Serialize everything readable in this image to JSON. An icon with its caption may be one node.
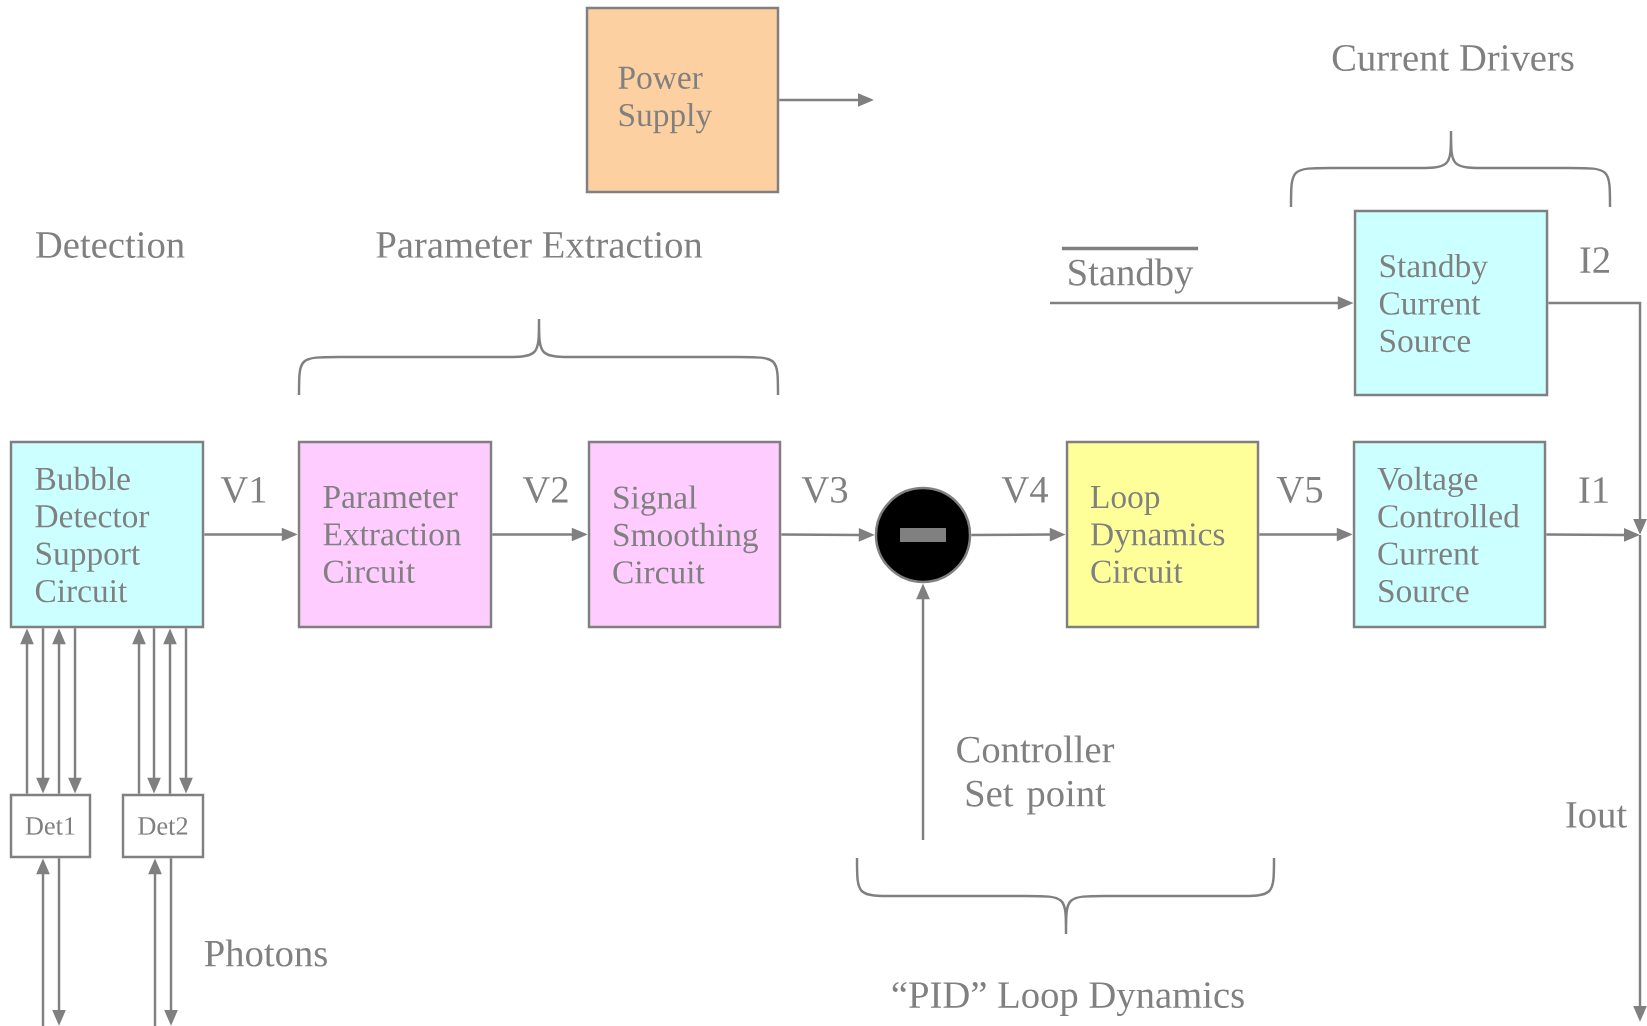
{
  "diagram": {
    "nodes": [
      {
        "text": [
          "Power Supply"
        ]
      },
      {
        "text": [
          "Bubble Detector Support Circuit"
        ]
      },
      {
        "text": [
          "Parameter Extraction Circuit"
        ]
      },
      {
        "text": [
          "Signal Smoothing Circuit"
        ]
      },
      {
        "text": [],
        "shape": "circle"
      },
      {
        "text": [
          "Loop Dynamics Circuit"
        ]
      },
      {
        "text": [
          "Voltage Controlled Current Source"
        ]
      },
      {
        "text": [
          "Standby Current Source"
        ]
      },
      {
        "text": [
          "Det1"
        ]
      },
      {
        "text": [
          "Det2"
        ]
      }
    ],
    "edges": [
      {
        "from": 1,
        "to": 2,
        "arrow": "to",
        "label": "V1"
      },
      {
        "from": 2,
        "to": 3,
        "arrow": "to",
        "label": "V2"
      },
      {
        "from": 3,
        "to": 4,
        "arrow": "to",
        "label": "V3"
      },
      {
        "from": 4,
        "to": 5,
        "arrow": "to",
        "label": "V4"
      },
      {
        "from": 5,
        "to": 6,
        "arrow": "to",
        "label": "V5"
      },
      {
        "from": 6,
        "to": null,
        "arrow": "to",
        "label": "I1"
      },
      {
        "from": 7,
        "to": null,
        "arrow": "to",
        "label": "I2"
      },
      {
        "from": 0,
        "to": null,
        "arrow": "to"
      },
      {
        "from": null,
        "to": 7,
        "arrow": "to",
        "label": "Standby"
      },
      {
        "from": null,
        "to": 4,
        "arrow": "to",
        "label": "Controller Set point"
      },
      {
        "from": 8,
        "to": 1,
        "arrow": "to"
      },
      {
        "from": 1,
        "to": 8,
        "arrow": "to"
      },
      {
        "from": 8,
        "to": 1,
        "arrow": "to"
      },
      {
        "from": 1,
        "to": 8,
        "arrow": "to"
      },
      {
        "from": 9,
        "to": 1,
        "arrow": "to"
      },
      {
        "from": 1,
        "to": 9,
        "arrow": "to"
      },
      {
        "from": 9,
        "to": 1,
        "arrow": "to"
      },
      {
        "from": 1,
        "to": 9,
        "arrow": "to"
      },
      {
        "from": null,
        "to": 8,
        "arrow": "to"
      },
      {
        "from": 8,
        "to": null,
        "arrow": "to"
      },
      {
        "from": null,
        "to": 9,
        "arrow": "to"
      },
      {
        "from": 9,
        "to": null,
        "arrow": "to"
      }
    ],
    "labels": [
      "Current Drivers",
      "Detection",
      "Parameter Extraction",
      "Iout",
      "Photons",
      "“PID” Loop Dynamics"
    ]
  }
}
